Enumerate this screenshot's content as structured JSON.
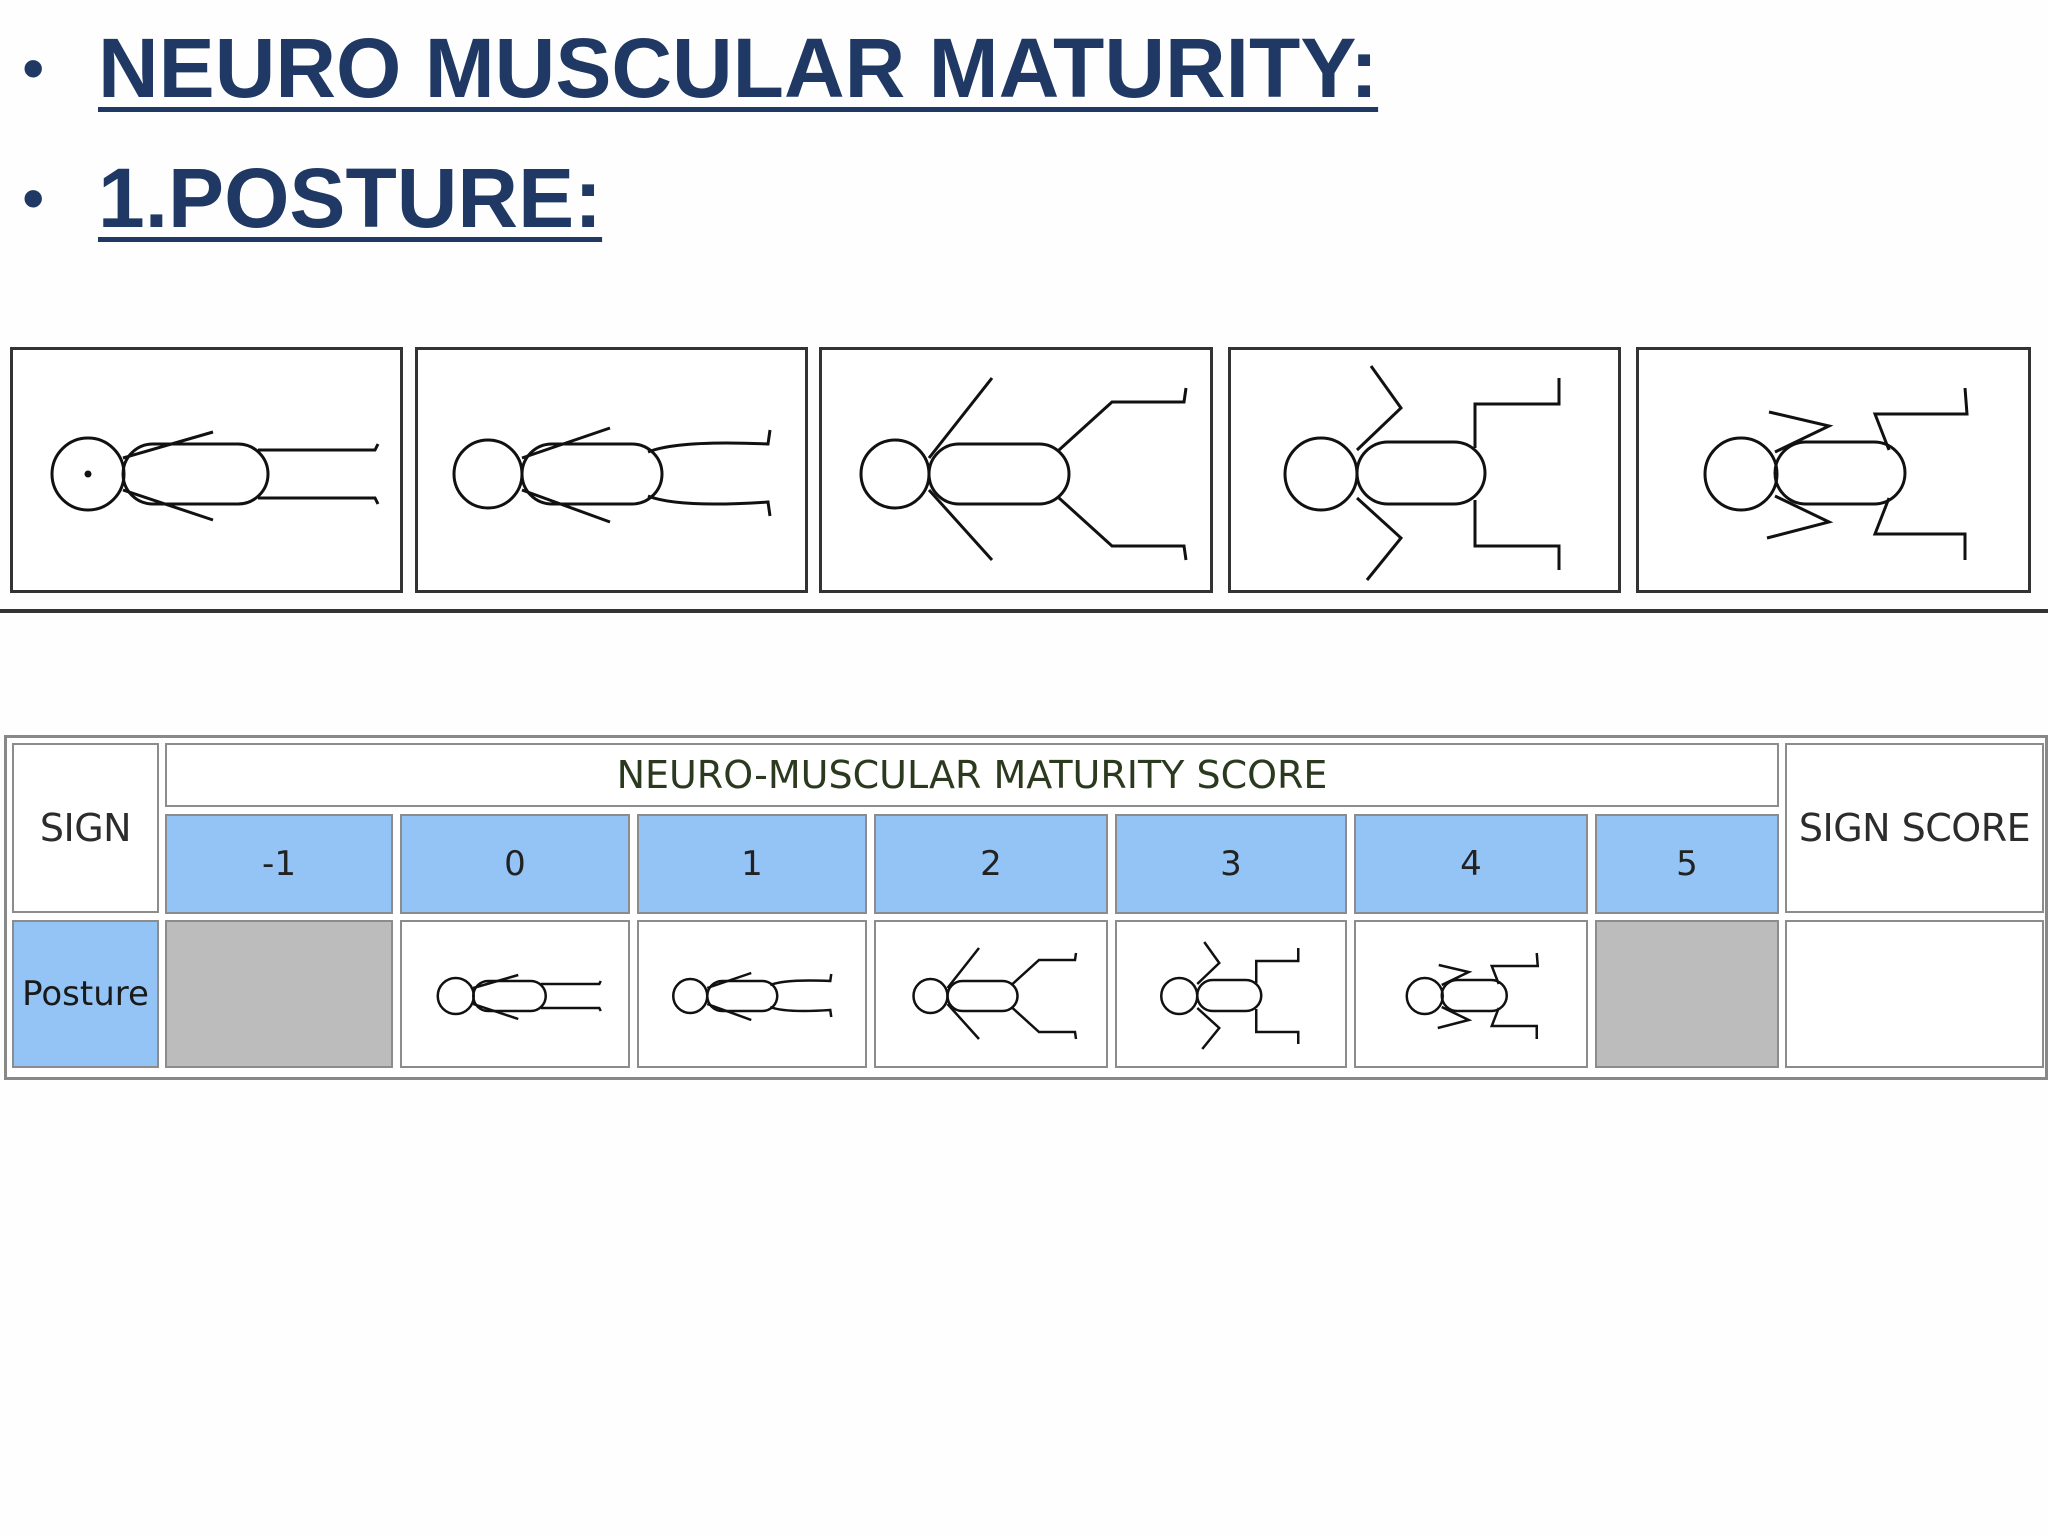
{
  "slide": {
    "bullets": [
      {
        "text": "NEURO MUSCULAR MATURITY:"
      },
      {
        "text": "1.POSTURE:"
      }
    ]
  },
  "posture_strip": {
    "figures": [
      "flexion-0-figure",
      "flexion-1-figure",
      "flexion-2-figure",
      "flexion-3-figure",
      "flexion-4-figure"
    ]
  },
  "table": {
    "sign_header": "SIGN",
    "title": "NEURO-MUSCULAR MATURITY SCORE",
    "score_header": "SIGN SCORE",
    "scores": [
      "-1",
      "0",
      "1",
      "2",
      "3",
      "4",
      "5"
    ],
    "row_label": "Posture",
    "row_sign_score": ""
  },
  "colors": {
    "heading": "#1f3864",
    "score_cell": "#94c4f5",
    "na_cell": "#bcbcbc"
  }
}
